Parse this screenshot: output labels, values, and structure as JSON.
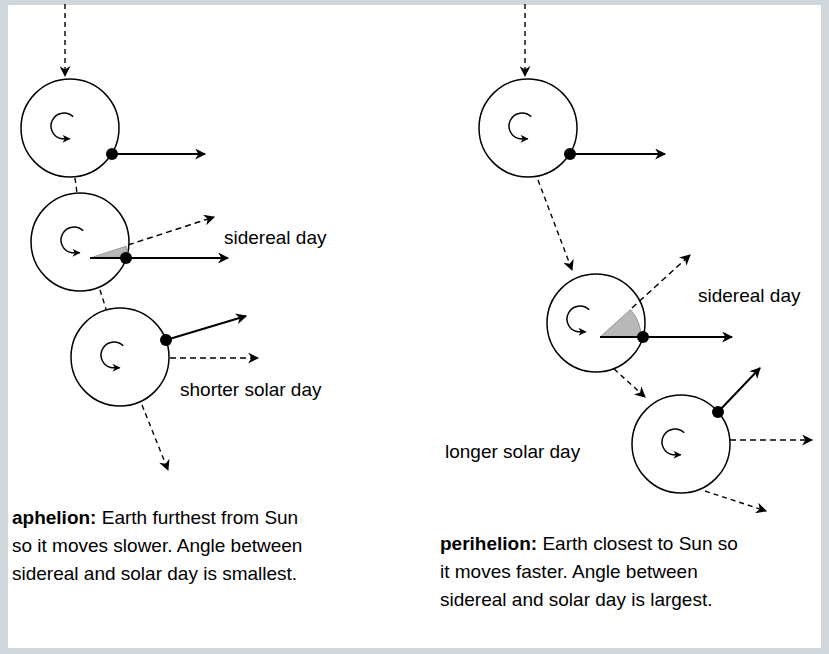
{
  "diagram": {
    "labels": [
      "sidereal day",
      "shorter solar day",
      "aphelion:",
      "Earth furthest from Sun so it moves slower. Angle between sidereal and solar day is smallest.",
      "sidereal day",
      "longer solar day",
      "perihelion:",
      "Earth closest to Sun so it moves faster. Angle between sidereal and solar day is largest."
    ]
  }
}
